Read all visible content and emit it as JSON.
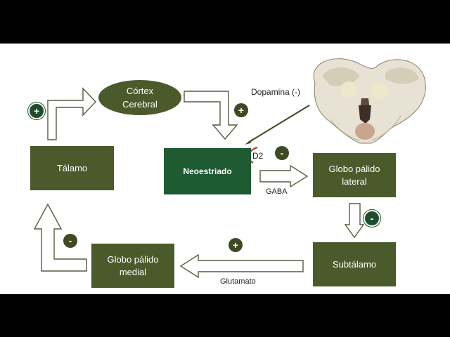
{
  "nodes": {
    "cortex": "Córtex\nCerebral",
    "thalamus": "Tálamo",
    "neostriatum": "Neoestriado",
    "gp_lateral": "Globo pálido\nlateral",
    "subthalamus": "Subtálamo",
    "gp_medial": "Globo pálido\nmedial"
  },
  "labels": {
    "dopamine": "Dopamina (-)",
    "d2": "D2",
    "gaba": "GABA",
    "glutamate": "Glutamato"
  },
  "signs": {
    "thalamus_cortex": "+",
    "cortex_neostriatum": "+",
    "neostriatum_d2": "-",
    "gpl_subthalamus": "-",
    "subthalamus_gpm": "+",
    "gpm_thalamus": "-"
  },
  "colors": {
    "olive": "#4b5a2a",
    "deep_green": "#1e5a32",
    "d2_mark": "#cc2200"
  }
}
